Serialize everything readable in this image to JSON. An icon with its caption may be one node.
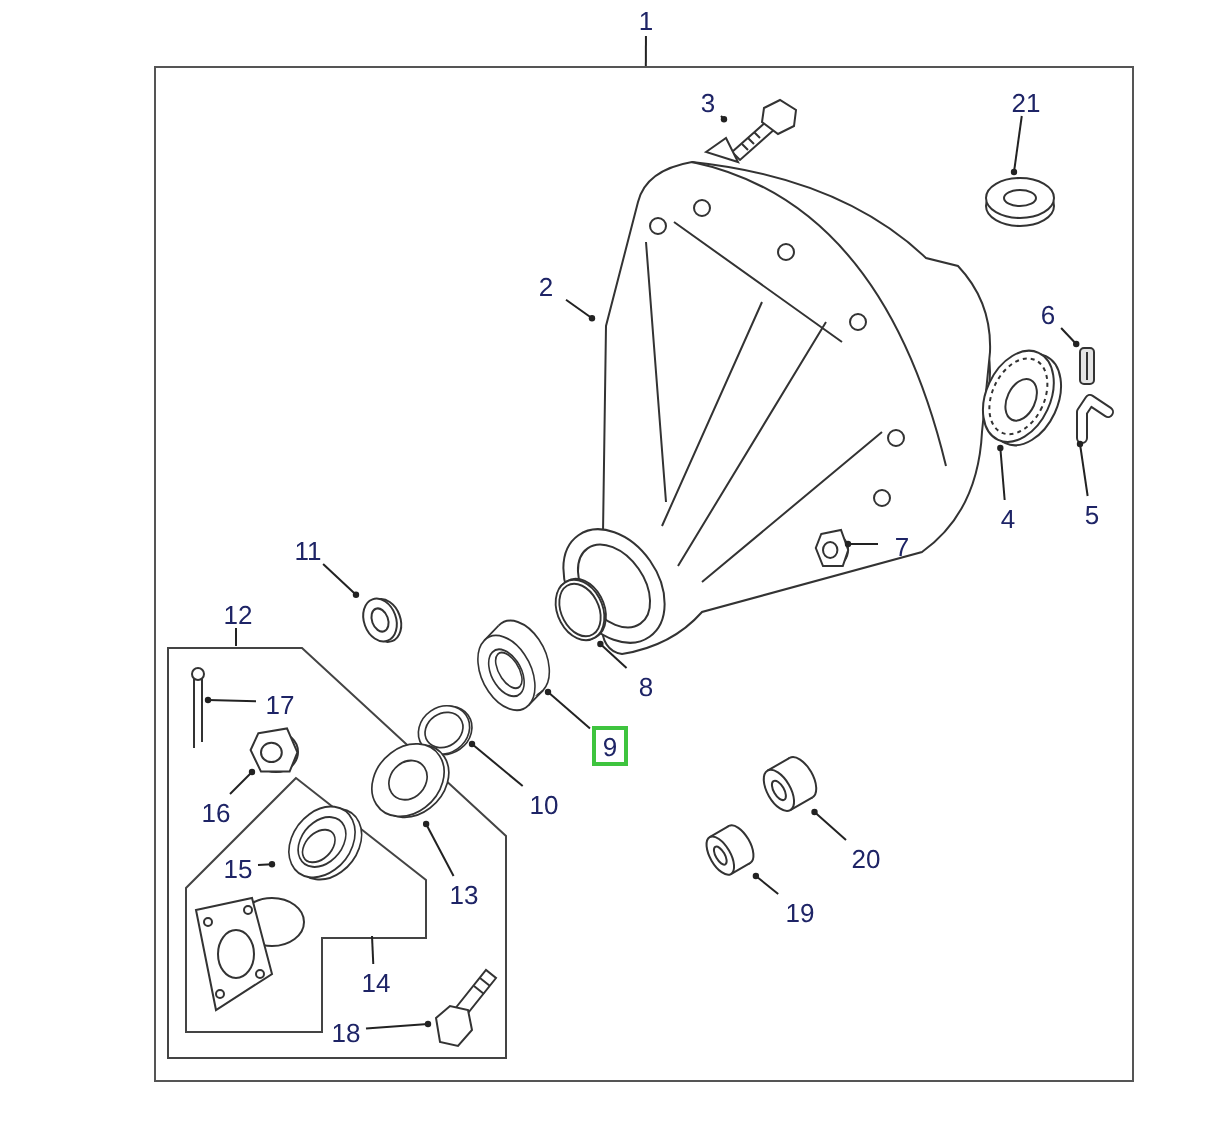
{
  "diagram": {
    "nodes": [
      {
        "text": [
          "1"
        ]
      },
      {
        "text": [],
        "shape": "box"
      },
      {
        "text": [
          "3"
        ],
        "in": 1
      },
      {
        "text": [],
        "shape": "picture",
        "in": 1
      },
      {
        "text": [
          "21"
        ],
        "in": 1
      },
      {
        "text": [],
        "shape": "picture",
        "in": 1
      },
      {
        "text": [
          "2"
        ],
        "in": 1
      },
      {
        "text": [],
        "shape": "picture",
        "in": 1
      },
      {
        "text": [
          "6"
        ],
        "in": 1
      },
      {
        "text": [],
        "shape": "picture",
        "in": 1
      },
      {
        "text": [],
        "shape": "picture",
        "in": 1
      },
      {
        "text": [
          "4"
        ],
        "in": 1
      },
      {
        "text": [],
        "shape": "picture",
        "in": 1
      },
      {
        "text": [
          "5"
        ],
        "in": 1
      },
      {
        "text": [],
        "shape": "picture",
        "in": 7
      },
      {
        "text": [
          "7"
        ],
        "in": 7
      },
      {
        "text": [
          "11"
        ],
        "in": 1
      },
      {
        "text": [],
        "shape": "picture",
        "in": 1
      },
      {
        "text": [],
        "shape": "picture",
        "in": 1
      },
      {
        "text": [],
        "shape": "picture",
        "in": 1
      },
      {
        "text": [
          "8"
        ],
        "in": 1
      },
      {
        "text": [],
        "shape": "picture",
        "in": 1
      },
      {
        "text": [
          "9"
        ],
        "in": 1
      },
      {
        "text": [
          "10"
        ],
        "in": 1
      },
      {
        "text": [
          "12"
        ],
        "in": 1
      },
      {
        "text": [],
        "shape": "box",
        "in": 1
      },
      {
        "text": [],
        "shape": "picture",
        "in": 25
      },
      {
        "text": [
          "17"
        ],
        "in": 25
      },
      {
        "text": [],
        "shape": "picture",
        "in": 25
      },
      {
        "text": [
          "16"
        ],
        "in": 25
      },
      {
        "text": [],
        "shape": "picture",
        "in": 25
      },
      {
        "text": [],
        "shape": "box",
        "in": 25
      },
      {
        "text": [],
        "shape": "picture",
        "in": 31
      },
      {
        "text": [
          "15"
        ],
        "in": 31
      },
      {
        "text": [],
        "shape": "picture",
        "in": 31
      },
      {
        "text": [
          "13"
        ],
        "in": 25
      },
      {
        "text": [
          "14"
        ],
        "in": 25
      },
      {
        "text": [],
        "shape": "picture",
        "in": 25
      },
      {
        "text": [
          "18"
        ],
        "in": 25
      },
      {
        "text": [],
        "shape": "picture",
        "in": 1
      },
      {
        "text": [
          "20"
        ],
        "in": 1
      },
      {
        "text": [],
        "shape": "picture",
        "in": 1
      },
      {
        "text": [
          "19"
        ],
        "in": 1
      }
    ],
    "edges": [
      {
        "from": 0,
        "to": 1,
        "arrow": "none"
      },
      {
        "from": 2,
        "to": 3,
        "arrow": "other"
      },
      {
        "from": 4,
        "to": 5,
        "arrow": "other"
      },
      {
        "from": 6,
        "to": 7,
        "arrow": "other"
      },
      {
        "from": 8,
        "to": 9,
        "arrow": "other"
      },
      {
        "from": 11,
        "to": 10,
        "arrow": "other"
      },
      {
        "from": 13,
        "to": 12,
        "arrow": "other"
      },
      {
        "from": 15,
        "to": 14,
        "arrow": "other"
      },
      {
        "from": 16,
        "to": 17,
        "arrow": "other"
      },
      {
        "from": 20,
        "to": 18,
        "arrow": "other"
      },
      {
        "from": 22,
        "to": 19,
        "arrow": "other"
      },
      {
        "from": 23,
        "to": 21,
        "arrow": "other"
      },
      {
        "from": 24,
        "to": 25,
        "arrow": "none"
      },
      {
        "from": 27,
        "to": 26,
        "arrow": "other"
      },
      {
        "from": 29,
        "to": 28,
        "arrow": "other"
      },
      {
        "from": 35,
        "to": 30,
        "arrow": "other"
      },
      {
        "from": 36,
        "to": 31,
        "arrow": "none"
      },
      {
        "from": 33,
        "to": 32,
        "arrow": "other"
      },
      {
        "from": 38,
        "to": 37,
        "arrow": "other"
      },
      {
        "from": 40,
        "to": 39,
        "arrow": "other"
      },
      {
        "from": 42,
        "to": 41,
        "arrow": "other"
      }
    ]
  }
}
